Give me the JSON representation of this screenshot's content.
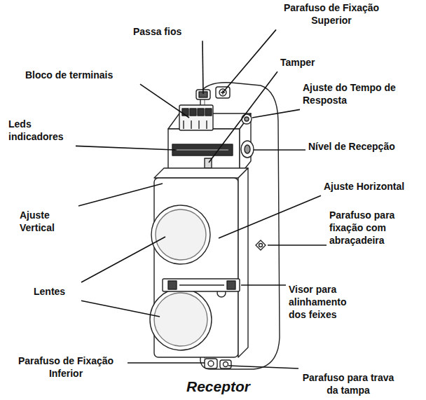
{
  "diagram": {
    "caption": "Receptor",
    "labels": [
      "Parafuso de Fixação Superior",
      "Passa fios",
      "Bloco de terminais",
      "Tamper",
      "Ajuste do Tempo de Resposta",
      "Leds indicadores",
      "Nível de Recepção",
      "Ajuste Horizontal",
      "Ajuste Vertical",
      "Parafuso para fixação com abraçadeira",
      "Lentes",
      "Visor para alinhamento dos feixes",
      "Parafuso de Fixação Inferior",
      "Parafuso para trava da tampa"
    ]
  }
}
